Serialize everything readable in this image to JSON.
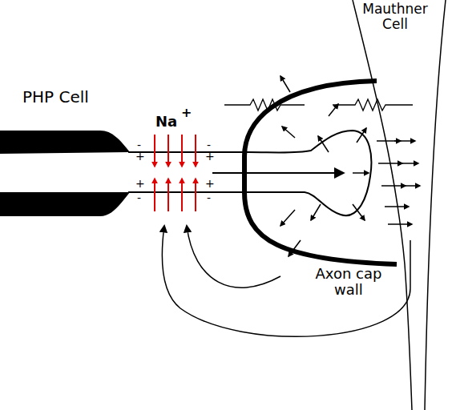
{
  "diagram": {
    "labels": [
      "PHP Cell",
      "Na",
      "+",
      "Mauthner Cell",
      "Axon cap wall",
      "-",
      "+",
      "-",
      "+",
      "+",
      "-",
      "+",
      "-"
    ]
  }
}
